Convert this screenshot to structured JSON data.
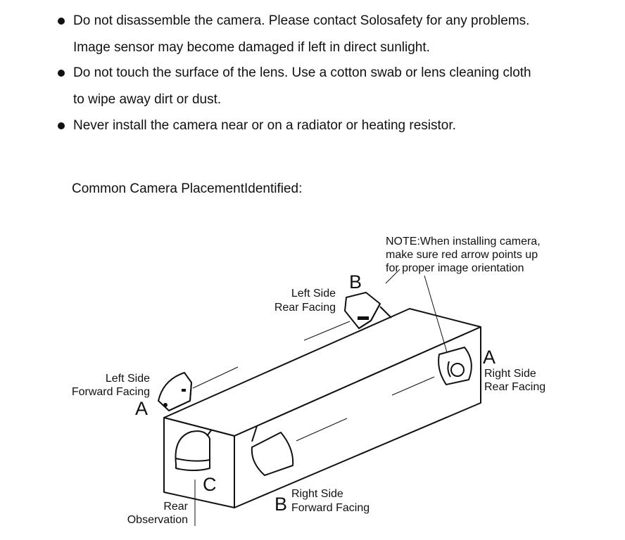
{
  "bullets": [
    {
      "lines": [
        "Do not disassemble the camera. Please contact Solosafety for any problems.",
        "Image sensor may become damaged if left in direct sunlight."
      ]
    },
    {
      "lines": [
        "Do not touch the surface of the lens. Use a cotton swab or lens cleaning cloth",
        "to wipe away dirt or dust."
      ]
    },
    {
      "lines": [
        "Never install the camera near or on a radiator or heating resistor."
      ]
    }
  ],
  "heading": "Common Camera PlacementIdentified:",
  "diagram": {
    "note": [
      "NOTE:When installing camera,",
      "make sure red arrow points up",
      "for proper image orientation"
    ],
    "left_rear": {
      "letter": "B",
      "lines": [
        "Left Side",
        "Rear Facing"
      ]
    },
    "left_forward": {
      "letter": "A",
      "lines": [
        "Left Side",
        "Forward Facing"
      ]
    },
    "right_rear": {
      "letter": "A",
      "lines": [
        "Right Side",
        "Rear Facing"
      ]
    },
    "right_forward": {
      "letter": "B",
      "lines": [
        "Right Side",
        "Forward Facing"
      ]
    },
    "rear": {
      "letter": "C",
      "lines": [
        "Rear",
        "Observation"
      ]
    }
  }
}
